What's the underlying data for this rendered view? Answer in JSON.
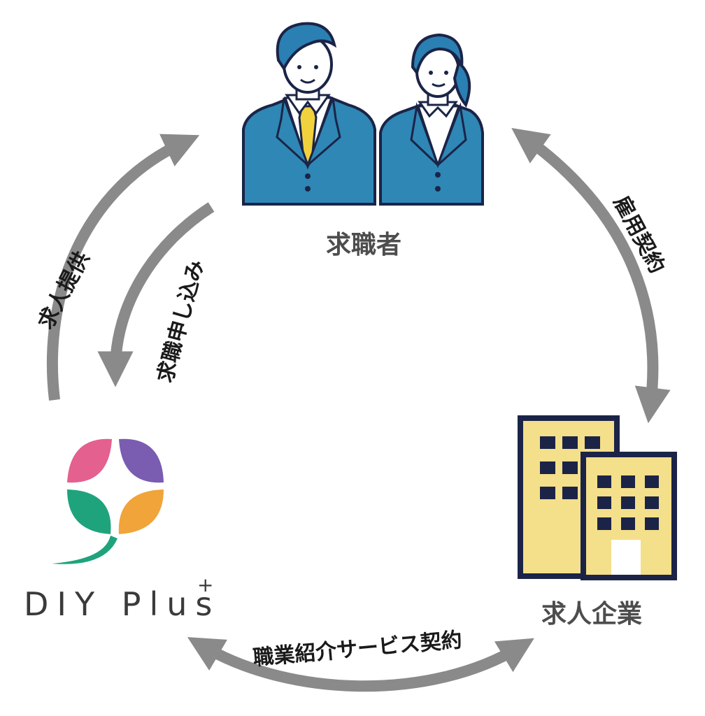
{
  "nodes": {
    "job_seeker": "求職者",
    "company": "求人企業",
    "agency_logo": "DIY Plus",
    "agency_logo_mark": "+"
  },
  "edges": {
    "job_offer": "求人提供",
    "application": "求職申し込み",
    "employment": "雇用契約",
    "service_contract": "職業紹介サービス契約"
  },
  "colors": {
    "arrow": "#8a8a8a",
    "suit": "#2e87b5",
    "hair": "#2a7fb3",
    "outline": "#1b2447",
    "tie": "#f2d23c",
    "building": "#f4df8a",
    "logo_pink": "#e4608f",
    "logo_purple": "#7a5cb0",
    "logo_green": "#1fa37c",
    "logo_orange": "#f0a43a"
  }
}
